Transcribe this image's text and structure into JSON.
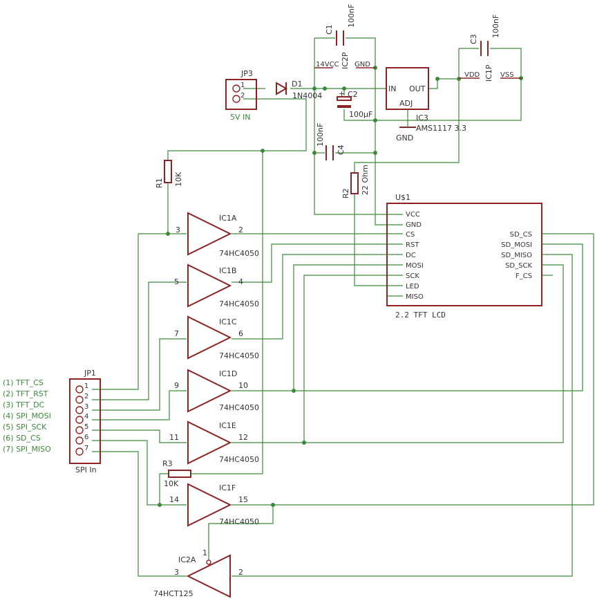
{
  "connector_jp1": {
    "name": "JP1",
    "value": "SPI In",
    "pins": [
      "1",
      "2",
      "3",
      "4",
      "5",
      "6",
      "7"
    ],
    "signals": [
      "(1) TFT_CS",
      "(2) TFT_RST",
      "(3) TFT_DC",
      "(4) SPI_MOSI",
      "(5) SPI_SCK",
      "(6) SD_CS",
      "(7) SPI_MISO"
    ]
  },
  "connector_jp3": {
    "name": "JP3",
    "value": "5V IN",
    "pins": [
      "1",
      "2"
    ]
  },
  "diode": {
    "name": "D1",
    "value": "1N4004"
  },
  "caps": {
    "c1": {
      "name": "C1",
      "value": "100nF"
    },
    "c2": {
      "name": "C2",
      "value": "100µF",
      "plus": "+"
    },
    "c3": {
      "name": "C3",
      "value": "100nF"
    },
    "c4": {
      "name": "C4",
      "value": "100nF"
    }
  },
  "power_pins": {
    "ic2p": {
      "name": "IC2P",
      "vcc": "14VCC",
      "gnd": "GND"
    },
    "ic1p": {
      "name": "IC1P",
      "vdd": "VDD",
      "vss": "VSS"
    }
  },
  "regulator": {
    "name": "IC3",
    "value": "AMS1117 3.3",
    "in": "IN",
    "out": "OUT",
    "adj": "ADJ",
    "gnd_label": "GND"
  },
  "resistors": {
    "r1": {
      "name": "R1",
      "value": "10K"
    },
    "r2": {
      "name": "R2",
      "value": "22 Ohm"
    },
    "r3": {
      "name": "R3",
      "value": "10K"
    }
  },
  "buffers": [
    {
      "name": "IC1A",
      "value": "74HC4050",
      "pin_in": "3",
      "pin_out": "2"
    },
    {
      "name": "IC1B",
      "value": "74HC4050",
      "pin_in": "5",
      "pin_out": "4"
    },
    {
      "name": "IC1C",
      "value": "74HC4050",
      "pin_in": "7",
      "pin_out": "6"
    },
    {
      "name": "IC1D",
      "value": "74HC4050",
      "pin_in": "9",
      "pin_out": "10"
    },
    {
      "name": "IC1E",
      "value": "74HC4050",
      "pin_in": "11",
      "pin_out": "12"
    },
    {
      "name": "IC1F",
      "value": "74HC4050",
      "pin_in": "14",
      "pin_out": "15"
    }
  ],
  "tristate": {
    "name": "IC2A",
    "value": "74HCT125",
    "pin_oe": "1",
    "pin_in": "2",
    "pin_out": "3"
  },
  "lcd": {
    "name": "U$1",
    "value": "2.2 TFT LCD",
    "left_pins": [
      "VCC",
      "GND",
      "CS",
      "RST",
      "DC",
      "MOSI",
      "SCK",
      "LED",
      "MISO"
    ],
    "right_pins": [
      "SD_CS",
      "SD_MOSI",
      "SD_MISO",
      "SD_SCK",
      "F_CS"
    ]
  }
}
